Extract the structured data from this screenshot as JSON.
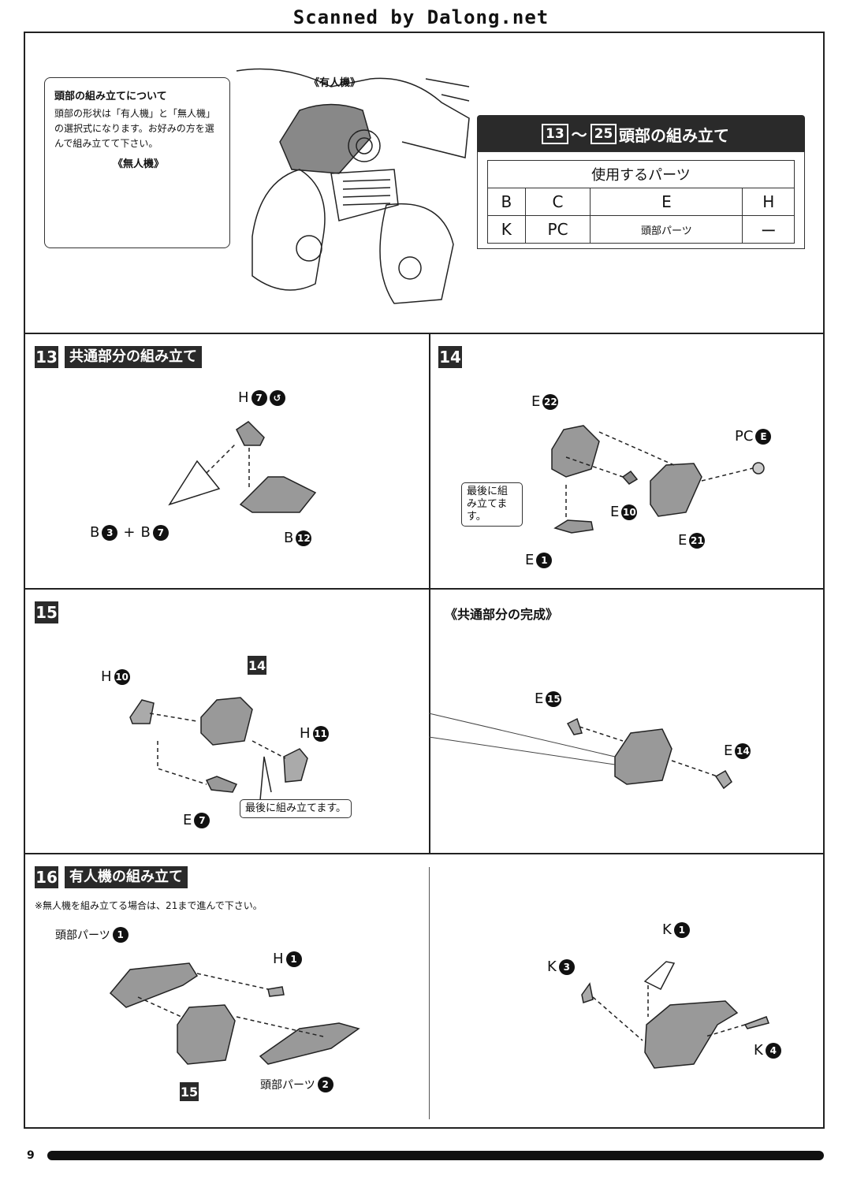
{
  "scan_credit": "Scanned by Dalong.net",
  "intro": {
    "info_title": "頭部の組み立てについて",
    "info_body": "頭部の形状は「有人機」と「無人機」の選択式になります。お好みの方を選んで組み立てて下さい。",
    "unmanned_label": "《無人機》",
    "manned_label": "《有人機》"
  },
  "header": {
    "range_from": "13",
    "range_tilde": "～",
    "range_to": "25",
    "title": "頭部の組み立て"
  },
  "parts_table": {
    "caption": "使用するパーツ",
    "rows": [
      [
        "B",
        "C",
        "E",
        "H"
      ],
      [
        "K",
        "PC",
        "頭部パーツ",
        "ー"
      ]
    ]
  },
  "step13": {
    "num": "13",
    "title": "共通部分の組み立て",
    "labels": {
      "h": {
        "letter": "H",
        "num": "7"
      },
      "b3": {
        "letter": "B",
        "num": "3"
      },
      "plus": "+",
      "b7": {
        "letter": "B",
        "num": "7"
      },
      "b12": {
        "letter": "B",
        "num": "12"
      }
    }
  },
  "step14": {
    "num": "14",
    "labels": {
      "e22": {
        "letter": "E",
        "num": "22"
      },
      "pce": {
        "letter": "PC",
        "num": "E"
      },
      "e10": {
        "letter": "E",
        "num": "10"
      },
      "e21": {
        "letter": "E",
        "num": "21"
      },
      "e1": {
        "letter": "E",
        "num": "1"
      }
    },
    "callout": "最後に組み立てます。"
  },
  "step15": {
    "num": "15",
    "ref": "14",
    "labels": {
      "h10": {
        "letter": "H",
        "num": "10"
      },
      "h11": {
        "letter": "H",
        "num": "11"
      },
      "e7": {
        "letter": "E",
        "num": "7"
      }
    },
    "callout": "最後に組み立てます。"
  },
  "common_complete": {
    "title": "《共通部分の完成》",
    "labels": {
      "e15": {
        "letter": "E",
        "num": "15"
      },
      "e14": {
        "letter": "E",
        "num": "14"
      }
    }
  },
  "step16": {
    "num": "16",
    "title": "有人機の組み立て",
    "note": "※無人機を組み立てる場合は、21まで進んで下さい。",
    "ref": "15",
    "labels": {
      "head1": {
        "letter": "頭部パーツ",
        "num": "1"
      },
      "h1": {
        "letter": "H",
        "num": "1"
      },
      "head2": {
        "letter": "頭部パーツ",
        "num": "2"
      },
      "k1": {
        "letter": "K",
        "num": "1"
      },
      "k3": {
        "letter": "K",
        "num": "3"
      },
      "k4": {
        "letter": "K",
        "num": "4"
      }
    }
  },
  "page_number": "9"
}
